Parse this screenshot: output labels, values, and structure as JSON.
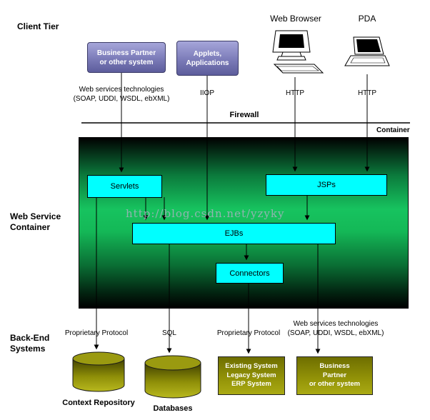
{
  "tiers": {
    "client": "Client Tier",
    "web_service_container": "Web Service\nContainer",
    "back_end": "Back-End\nSystems"
  },
  "firewall_label": "Firewall",
  "container_label": "Container",
  "client_tier": {
    "business_partner_box": "Business Partner\nor other system",
    "applets_box": "Applets,\nApplications",
    "web_browser_label": "Web Browser",
    "pda_label": "PDA"
  },
  "protocol_labels": {
    "web_services_top": "Web services technologies\n(SOAP, UDDI, WSDL, ebXML)",
    "iiop": "IIOP",
    "http_web_browser": "HTTP",
    "http_pda": "HTTP",
    "proprietary_left": "Proprietary Protocol",
    "sql": "SQL",
    "proprietary_right": "Proprietary Protocol",
    "web_services_bottom": "Web services technologies\n(SOAP, UDDI, WSDL, ebXML)"
  },
  "container_components": {
    "servlets": "Servlets",
    "jsps": "JSPs",
    "ejbs": "EJBs",
    "connectors": "Connectors"
  },
  "back_end_nodes": {
    "context_repository_label": "Context Repository",
    "databases_label": "Databases",
    "existing_system_box": "Existing System\nLegacy System\nERP System",
    "business_partner_box": "Business\nPartner\nor other system"
  },
  "watermark": "http://blog.csdn.net/yzyky",
  "icons": {
    "web_browser": "desktop-computer-icon",
    "pda": "laptop-icon"
  },
  "colors": {
    "component_box": "#00ffff",
    "client_box": "#8080c0",
    "backend_box": "#8f8f00",
    "container_green": "#14c05a"
  }
}
